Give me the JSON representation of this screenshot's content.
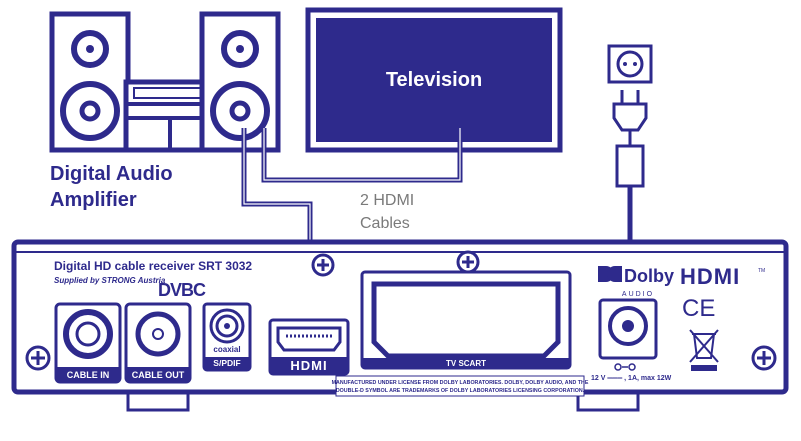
{
  "colors": {
    "navy": "#2e2a8c",
    "tv_fill": "#2e2a8c",
    "white": "#ffffff",
    "gray": "#7a7a7a"
  },
  "labels": {
    "television": "Television",
    "amplifier_line1": "Digital Audio",
    "amplifier_line2": "Amplifier",
    "cables_line1": "2 HDMI",
    "cables_line2": "Cables"
  },
  "receiver": {
    "title": "Digital HD cable receiver SRT 3032",
    "subtitle": "Supplied by STRONG Austria",
    "dvbc_logo": "DVBC",
    "ports": {
      "cable_in": "CABLE IN",
      "cable_out": "CABLE OUT",
      "coaxial": "coaxial",
      "spdif": "S/PDIF",
      "hdmi": "HDMI",
      "tv_scart": "TV SCART"
    },
    "dolby_name": "Dolby",
    "dolby_sub": "AUDIO",
    "hdmi_logo": "HDMI",
    "tm": "TM",
    "ce_mark": "CE",
    "power_spec": "12 V ═══ , 1A, max 12W",
    "license_line1": "MANUFACTURED UNDER LICENSE FROM DOLBY LABORATORIES. DOLBY, DOLBY AUDIO, AND THE",
    "license_line2": "DOUBLE-D SYMBOL ARE TRADEMARKS OF DOLBY LABORATORIES LICENSING CORPORATION."
  },
  "icons": [
    "speaker-icon",
    "amplifier-unit-icon",
    "television-icon",
    "wall-socket-icon",
    "power-plug-icon",
    "screw-icon",
    "weee-bin-icon",
    "dolby-double-d-icon",
    "dc-polarity-icon"
  ]
}
